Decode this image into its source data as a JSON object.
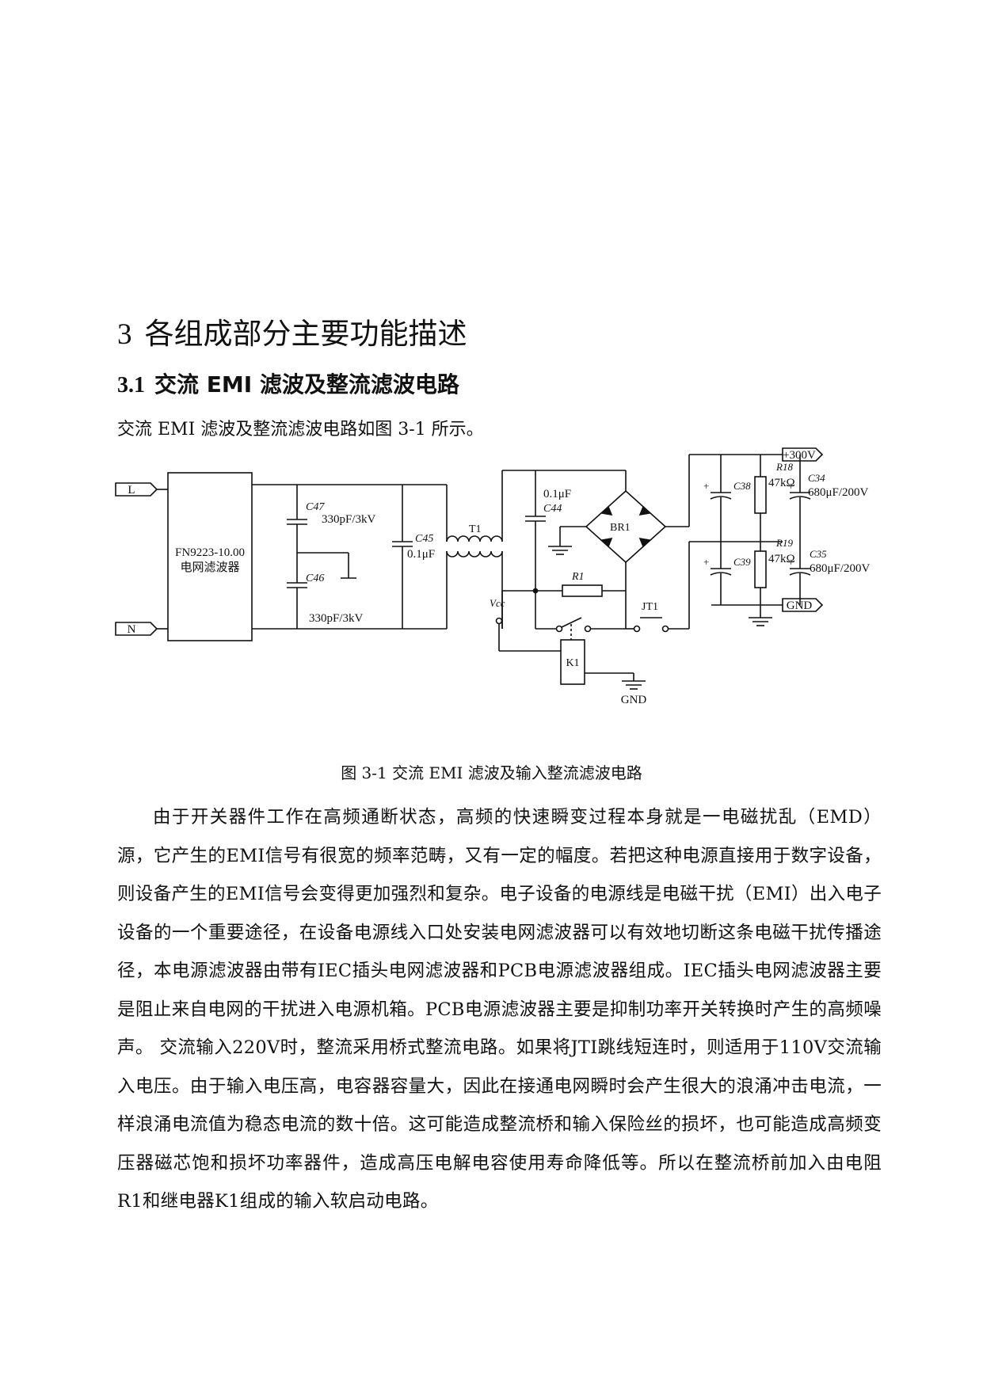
{
  "heading1": {
    "number": "3",
    "title": "各组成部分主要功能描述"
  },
  "heading2": {
    "number": "3.1",
    "title": "交流 EMI 滤波及整流滤波电路"
  },
  "intro": "交流 EMI 滤波及整流滤波电路如图 3-1 所示。",
  "figure": {
    "caption": "图 3-1 交流 EMI 滤波及输入整流滤波电路",
    "labels": {
      "L": "L",
      "N": "N",
      "filter_model": "FN9223-10.00",
      "filter_name": "电网滤波器",
      "c47": "C47",
      "c47_val": "330pF/3kV",
      "c46": "C46",
      "c46_val": "330pF/3kV",
      "c45": "C45",
      "c45_val": "0.1μF",
      "t1": "T1",
      "c44_val": "0.1μF",
      "c44": "C44",
      "br1": "BR1",
      "r1": "R1",
      "jt1": "JT1",
      "vcc": "Vcc",
      "k1": "K1",
      "gnd_bottom": "GND",
      "plus300": "+300V",
      "gnd_right": "GND",
      "c38": "C38",
      "c39": "C39",
      "r18": "R18",
      "r18_val": "47kΩ",
      "r19": "R19",
      "r19_val": "47kΩ",
      "c34": "C34",
      "c34_val": "680μF/200V",
      "c35": "C35",
      "c35_val": "680μF/200V",
      "plus": "+"
    }
  },
  "paragraph": "由于开关器件工作在高频通断状态，高频的快速瞬变过程本身就是一电磁扰乱（EMD）源，它产生的EMI信号有很宽的频率范畴，又有一定的幅度。若把这种电源直接用于数字设备，则设备产生的EMI信号会变得更加强烈和复杂。电子设备的电源线是电磁干扰（EMI）出入电子设备的一个重要途径，在设备电源线入口处安装电网滤波器可以有效地切断这条电磁干扰传播途径，本电源滤波器由带有IEC插头电网滤波器和PCB电源滤波器组成。IEC插头电网滤波器主要是阻止来自电网的干扰进入电源机箱。PCB电源滤波器主要是抑制功率开关转换时产生的高频噪声。 交流输入220V时，整流采用桥式整流电路。如果将JTI跳线短连时，则适用于110V交流输入电压。由于输入电压高，电容器容量大，因此在接通电网瞬时会产生很大的浪涌冲击电流，一样浪涌电流值为稳态电流的数十倍。这可能造成整流桥和输入保险丝的损坏，也可能造成高频变压器磁芯饱和损坏功率器件，造成高压电解电容使用寿命降低等。所以在整流桥前加入由电阻R1和继电器K1组成的输入软启动电路。"
}
